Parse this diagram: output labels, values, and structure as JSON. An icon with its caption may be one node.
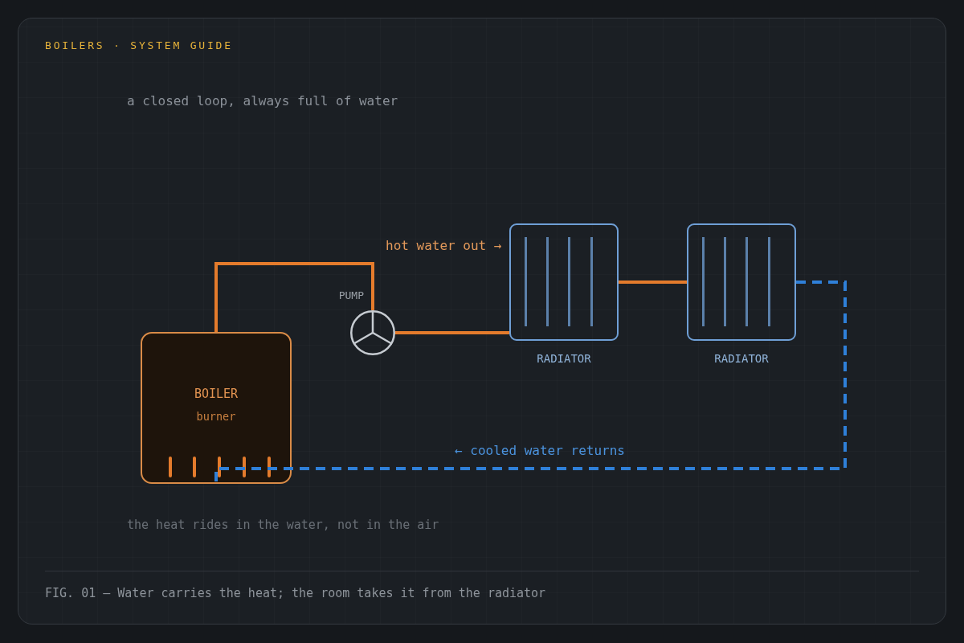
{
  "diagram": {
    "title": "BOILERS · SYSTEM GUIDE",
    "caption": "FIG. 01 — Water carries the heat; the room takes it from the radiator",
    "nodes": [
      {
        "text": [
          "BOILER",
          "burner"
        ]
      },
      {
        "text": [
          "PUMP"
        ]
      },
      {
        "text": [
          "RADIATOR"
        ]
      },
      {
        "text": [
          "RADIATOR"
        ]
      }
    ],
    "edges": [
      {
        "from": 0,
        "to": 1,
        "arrow": "none"
      },
      {
        "from": 1,
        "to": 2,
        "arrow": "none"
      },
      {
        "from": 2,
        "to": 3,
        "arrow": "none"
      },
      {
        "from": 3,
        "to": 0,
        "arrow": "none",
        "style": "dashed",
        "color": "#2f80d9"
      }
    ],
    "labels": [
      "a closed loop, always full of water",
      "hot water out →",
      "← cooled water returns",
      "the heat rides in the water, not in the air"
    ]
  }
}
